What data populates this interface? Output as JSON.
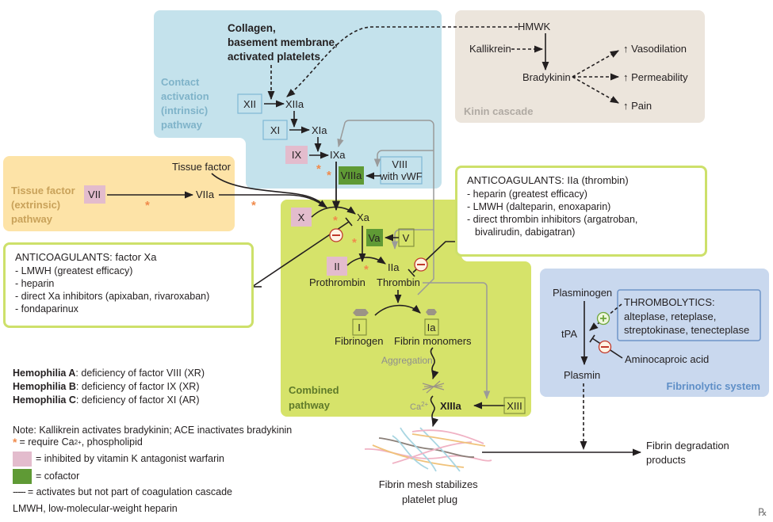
{
  "colors": {
    "contact_region": "#c4e2ec",
    "kinin_region": "#ece5dc",
    "tissue_region": "#fde3a7",
    "combined_region": "#d6e36a",
    "fibrinolytic_region": "#c9d8ee",
    "warfarin_pink": "#e3bccd",
    "cofactor_green": "#5f9a35",
    "calcium_star": "#f08a4b",
    "arrow": "#231f20",
    "feedback_gray": "#9a9a9a",
    "inhibit_circle": "#c0392b",
    "activate_circle": "#6ea63b",
    "box_border": "#cde06a"
  },
  "regions": {
    "contact": [
      "Contact",
      "activation",
      "(intrinsic)",
      "pathway"
    ],
    "kinin": "Kinin cascade",
    "tissue": [
      "Tissue factor",
      "(extrinsic)",
      "pathway"
    ],
    "combined": [
      "Combined",
      "pathway"
    ],
    "fibrinolytic": "Fibrinolytic system"
  },
  "contact": {
    "triggers": [
      "Collagen,",
      "basement membrane,",
      "activated platelets"
    ],
    "XII": "XII",
    "XIIa": "XIIa",
    "XI": "XI",
    "XIa": "XIa",
    "IX": "IX",
    "IXa": "IXa",
    "VIIIa": "VIIIa",
    "VIII": [
      "VIII",
      "with vWF"
    ]
  },
  "kinin": {
    "HMWK": "HMWK",
    "kallikrein": "Kallikrein",
    "bradykinin": "Bradykinin",
    "effects": [
      "↑ Vasodilation",
      "↑ Permeability",
      "↑ Pain"
    ]
  },
  "tissue": {
    "tissue_factor": "Tissue factor",
    "VII": "VII",
    "VIIa": "VIIa"
  },
  "combined": {
    "X": "X",
    "Xa": "Xa",
    "Va": "Va",
    "V": "V",
    "II": "II",
    "IIa": "IIa",
    "prothrombin": "Prothrombin",
    "thrombin": "Thrombin",
    "I": "I",
    "Ia": "Ia",
    "fibrinogen": "Fibrinogen",
    "fibrin_monomers": "Fibrin monomers",
    "aggregation": "Aggregation",
    "ca": "Ca",
    "ca_sup": "2+",
    "XIIIa": "XIIIa",
    "XIII": "XIII"
  },
  "fibrinolytic": {
    "plasminogen": "Plasminogen",
    "tpa": "tPA",
    "plasmin": "Plasmin",
    "aminocaproic": "Aminocaproic acid",
    "thrombolytics": {
      "title": "THROMBOLYTICS:",
      "lines": [
        "alteplase, reteplase,",
        "streptokinase, tenecteplase"
      ]
    }
  },
  "outputs": {
    "mesh": [
      "Fibrin mesh stabilizes",
      "platelet plug"
    ],
    "degradation": [
      "Fibrin degradation",
      "products"
    ]
  },
  "anticoag_xa": {
    "title": "ANTICOAGULANTS: factor Xa",
    "items": [
      "- LMWH (greatest efficacy)",
      "- heparin",
      "- direct Xa inhibitors (apixaban, rivaroxaban)",
      "- fondaparinux"
    ]
  },
  "anticoag_iia": {
    "title": "ANTICOAGULANTS: IIa (thrombin)",
    "items": [
      "-  heparin (greatest efficacy)",
      "-  LMWH (dalteparin, enoxaparin)",
      "-  direct thrombin inhibitors (argatroban,",
      "bivalirudin, dabigatran)"
    ]
  },
  "hemophilia": [
    {
      "name": "Hemophilia A",
      "desc": ": deficiency of factor VIII (XR)"
    },
    {
      "name": "Hemophilia B",
      "desc": ": deficiency of factor IX (XR)"
    },
    {
      "name": "Hemophilia C",
      "desc": ": deficiency of factor XI (AR)"
    }
  ],
  "legend": {
    "note": "Note: Kallikrein activates bradykinin; ACE inactivates bradykinin",
    "star_symbol": "*",
    "star_text_pre": "= require Ca",
    "star_sup": "2+",
    "star_text_post": ", phospholipid",
    "warfarin": "= inhibited by vitamin K antagonist warfarin",
    "cofactor": "= cofactor",
    "dash_symbol": "-----",
    "dashed": "= activates but not part of coagulation cascade",
    "lmwh": "LMWH, low-molecular-weight heparin"
  },
  "corner_logo": "℞"
}
